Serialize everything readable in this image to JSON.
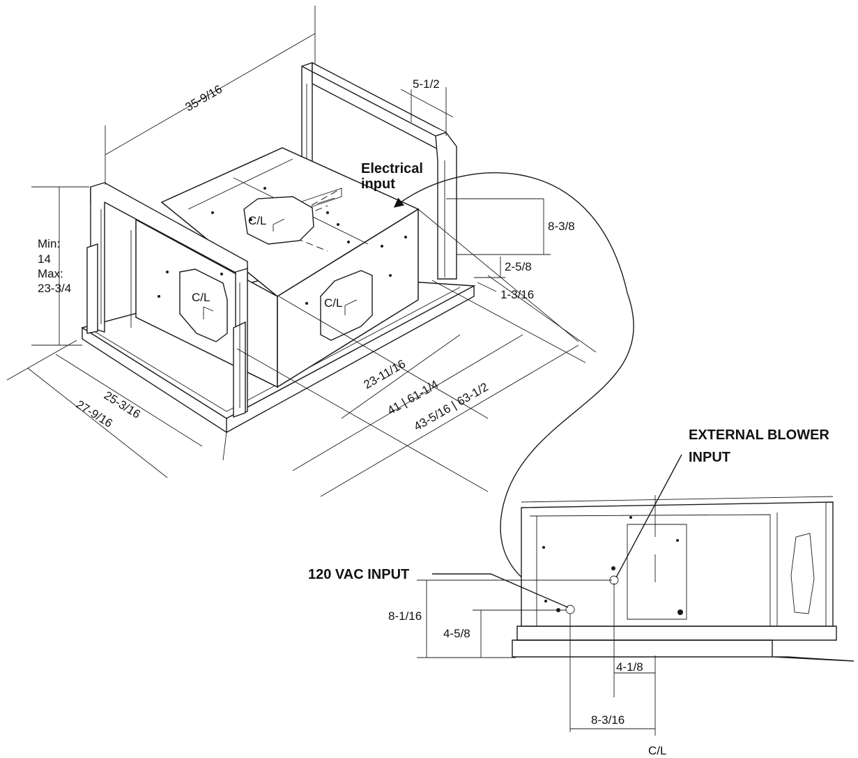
{
  "labels": {
    "electrical_input_line1": "Electrical",
    "electrical_input_line2": "input",
    "ext_blower_line1": "EXTERNAL BLOWER",
    "ext_blower_line2": "INPUT",
    "vac_input": "120 VAC INPUT"
  },
  "centerlines": {
    "top": "C/L",
    "left": "C/L",
    "front": "C/L",
    "detail": "C/L"
  },
  "dimensions": {
    "top_depth": "35-9/16",
    "bracket_width": "5-1/2",
    "min_label": "Min:",
    "min_value": "14",
    "max_label": "Max:",
    "max_value": "23-3/4",
    "height_8_3_8": "8-3/8",
    "height_2_5_8": "2-5/8",
    "offset_1_3_16": "1-3/16",
    "width_23_11_16": "23-11/16",
    "width_41_61": "41 | 61-1/4",
    "width_43_63": "43-5/16 | 63-1/2",
    "depth_25_3_16": "25-3/16",
    "depth_27_9_16": "27-9/16",
    "detail_8_1_16": "8-1/16",
    "detail_4_5_8": "4-5/8",
    "detail_4_1_8": "4-1/8",
    "detail_8_3_16": "8-3/16"
  }
}
